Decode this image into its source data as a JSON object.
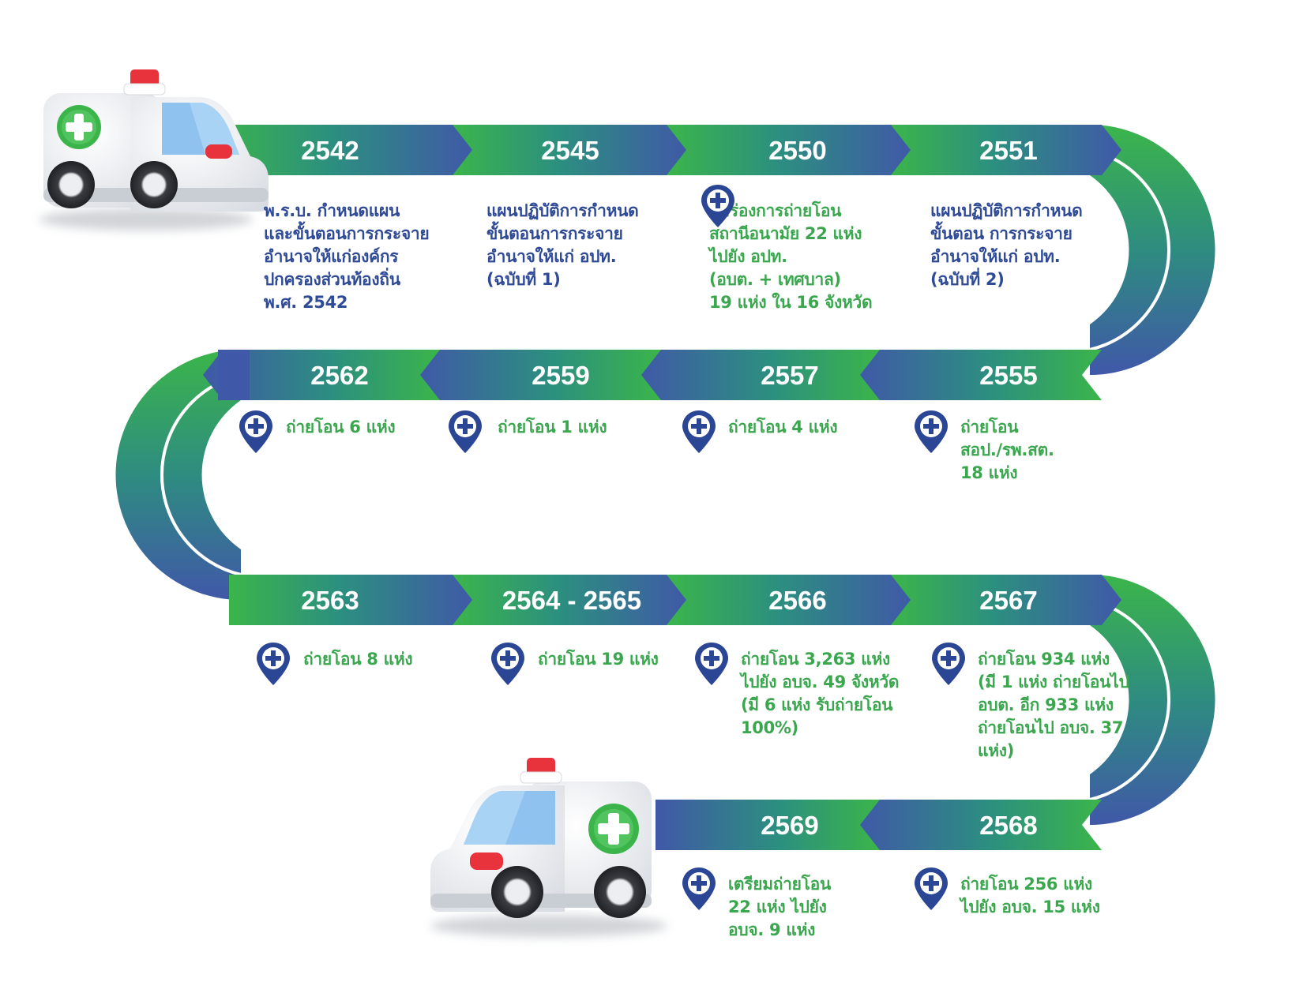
{
  "colors": {
    "green": "#3bb54a",
    "blue": "#3f5aa8",
    "teal": "#2c8f7f",
    "navy_text": "#2f4a96",
    "green_text": "#3aa74f",
    "pin": "#2b4694"
  },
  "icons": {
    "start": "ambulance-icon",
    "end": "ambulance-icon",
    "pin": "map-pin-plus-icon"
  },
  "milestones": [
    {
      "year": "2542",
      "text": "พ.ร.บ. กำหนดแผน\nและขั้นตอนการกระจาย\nอำนาจให้แก่องค์กร\nปกครองส่วนท้องถิ่น\nพ.ศ. 2542",
      "color": "navy",
      "pin": false
    },
    {
      "year": "2545",
      "text": "แผนปฏิบัติการกำหนด\nขั้นตอนการกระจาย\nอำนาจให้แก่ อปท.\n(ฉบับที่ 1)",
      "color": "navy",
      "pin": false
    },
    {
      "year": "2550",
      "text": "นำร่องการถ่ายโอน\nสถานีอนามัย 22 แห่ง\nไปยัง อปท.\n(อบต. + เทศบาล)\n19 แห่ง ใน 16 จังหวัด",
      "color": "green",
      "pin": true
    },
    {
      "year": "2551",
      "text": "แผนปฏิบัติการกำหนด\nขั้นตอน การกระจาย\nอำนาจให้แก่ อปท.\n(ฉบับที่ 2)",
      "color": "navy",
      "pin": false
    },
    {
      "year": "2555",
      "text": "ถ่ายโอน\nสอป./รพ.สต.\n18 แห่ง",
      "color": "green",
      "pin": true
    },
    {
      "year": "2557",
      "text": "ถ่ายโอน 4 แห่ง",
      "color": "green",
      "pin": true
    },
    {
      "year": "2559",
      "text": "ถ่ายโอน 1 แห่ง",
      "color": "green",
      "pin": true
    },
    {
      "year": "2562",
      "text": "ถ่ายโอน 6 แห่ง",
      "color": "green",
      "pin": true
    },
    {
      "year": "2563",
      "text": "ถ่ายโอน 8 แห่ง",
      "color": "green",
      "pin": true
    },
    {
      "year": "2564 - 2565",
      "text": "ถ่ายโอน 19 แห่ง",
      "color": "green",
      "pin": true
    },
    {
      "year": "2566",
      "text": "ถ่ายโอน 3,263 แห่ง\nไปยัง อบจ. 49 จังหวัด\n(มี 6 แห่ง รับถ่ายโอน\n100%)",
      "color": "green",
      "pin": true
    },
    {
      "year": "2567",
      "text": "ถ่ายโอน 934 แห่ง\n(มี 1 แห่ง ถ่ายโอนไป\nอบต. อีก 933 แห่ง\nถ่ายโอนไป อบจ. 37\nแห่ง)",
      "color": "green",
      "pin": true
    },
    {
      "year": "2568",
      "text": "ถ่ายโอน 256 แห่ง\nไปยัง อบจ. 15 แห่ง",
      "color": "green",
      "pin": true
    },
    {
      "year": "2569",
      "text": "เตรียมถ่ายโอน\n22 แห่ง ไปยัง\nอบจ. 9 แห่ง",
      "color": "green",
      "pin": true
    }
  ]
}
